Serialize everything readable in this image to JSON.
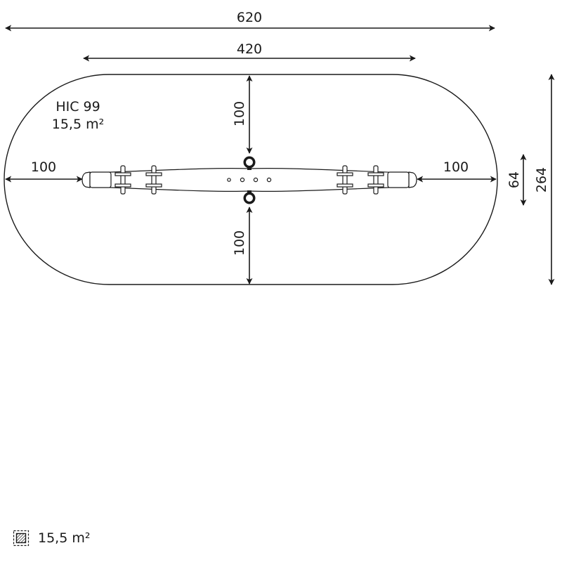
{
  "safety_zone": {
    "hic": "HIC 99",
    "area": "15,5 m²"
  },
  "dimensions": {
    "overall_length": "620",
    "equipment_length": "420",
    "clearance_left": "100",
    "clearance_right": "100",
    "clearance_top": "100",
    "clearance_bottom": "100",
    "equipment_width": "64",
    "overall_width": "264"
  },
  "legend": {
    "icon": "safety-surface-hatch-icon",
    "label": "15,5 m²"
  }
}
